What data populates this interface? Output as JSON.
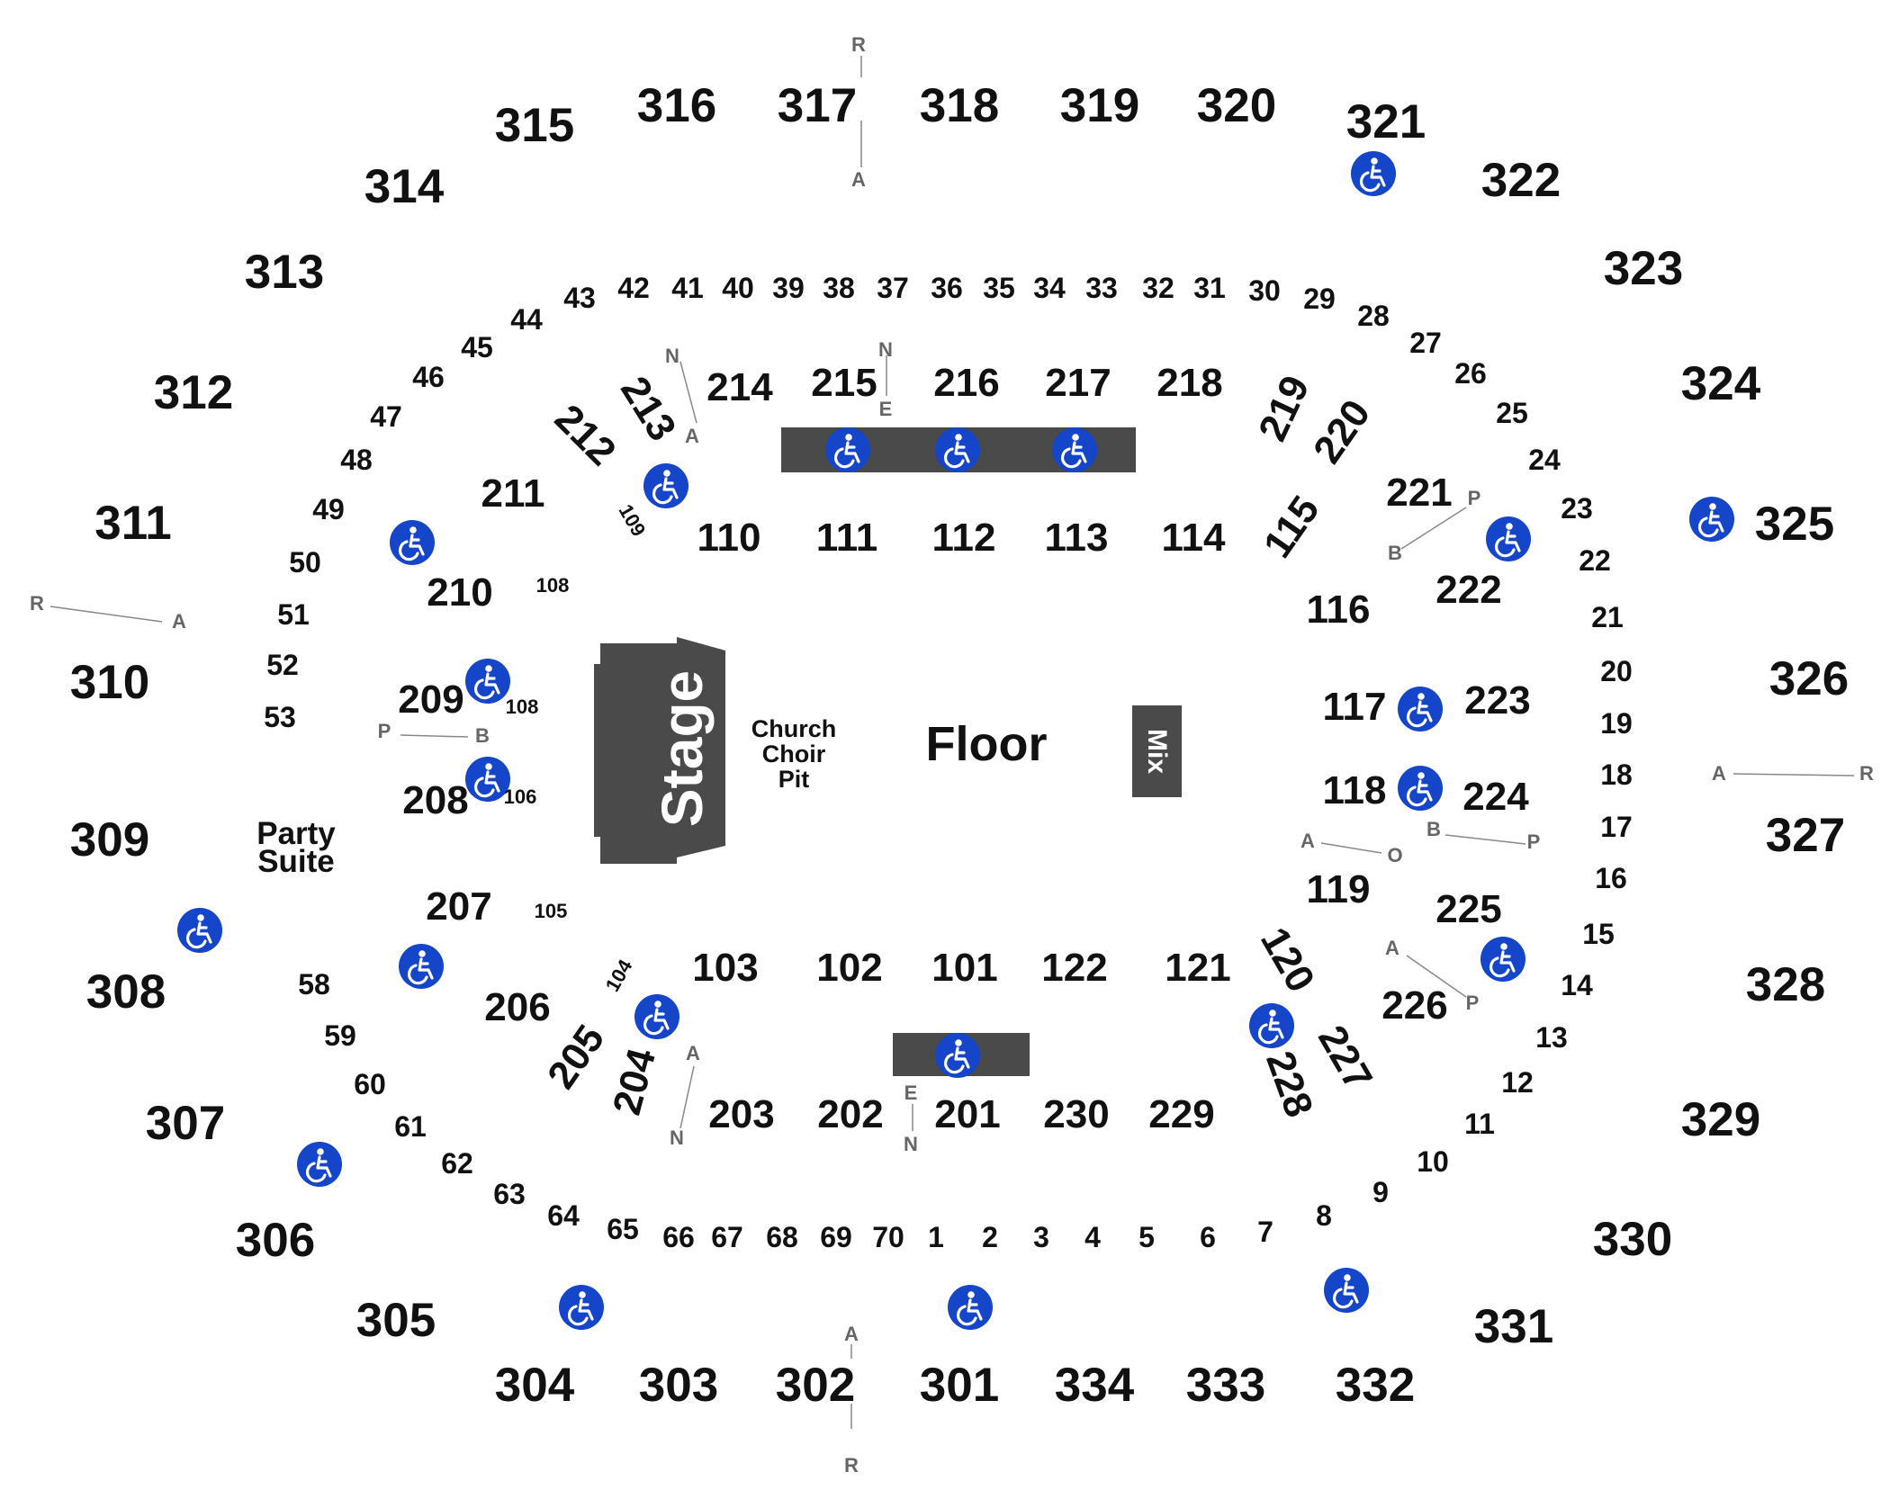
{
  "venue_map": {
    "stage_label": "Stage",
    "floor_label": "Floor",
    "mix_label": "Mix",
    "pit_label": [
      "Church",
      "Choir",
      "Pit"
    ],
    "party_suite_label": [
      "Party",
      "Suite"
    ],
    "colors": {
      "accessible": "#1545c8",
      "blocks": "#4a4a4a",
      "text": "#111111",
      "row_letters": "#666666"
    },
    "icons": [
      "wheelchair-accessible-icon"
    ],
    "sections_300": [
      "315",
      "316",
      "317",
      "318",
      "319",
      "320",
      "321",
      "322",
      "314",
      "313",
      "323",
      "312",
      "324",
      "311",
      "325",
      "310",
      "326",
      "309",
      "327",
      "308",
      "328",
      "307",
      "329",
      "306",
      "330",
      "305",
      "331",
      "304",
      "303",
      "302",
      "301",
      "334",
      "333",
      "332"
    ],
    "sections_200": [
      "214",
      "215",
      "216",
      "217",
      "218",
      "213",
      "212",
      "219",
      "220",
      "211",
      "221",
      "210",
      "222",
      "209",
      "223",
      "208",
      "224",
      "207",
      "225",
      "206",
      "226",
      "205",
      "204",
      "203",
      "202",
      "201",
      "230",
      "229",
      "120",
      "227",
      "228"
    ],
    "sections_100": [
      "110",
      "111",
      "112",
      "113",
      "114",
      "115",
      "116",
      "117",
      "118",
      "119",
      "103",
      "102",
      "101",
      "122",
      "121"
    ],
    "club_sections": [
      "42",
      "41",
      "40",
      "39",
      "38",
      "37",
      "36",
      "35",
      "34",
      "33",
      "32",
      "31",
      "43",
      "30",
      "44",
      "29",
      "45",
      "28",
      "46",
      "27",
      "47",
      "26",
      "48",
      "25",
      "24",
      "49",
      "23",
      "50",
      "22",
      "51",
      "21",
      "52",
      "20",
      "53",
      "19",
      "18",
      "17",
      "16",
      "58",
      "15",
      "59",
      "14",
      "60",
      "13",
      "61",
      "12",
      "62",
      "11",
      "63",
      "10",
      "64",
      "9",
      "65",
      "8",
      "66",
      "67",
      "68",
      "69",
      "70",
      "1",
      "2",
      "3",
      "4",
      "5",
      "6",
      "7"
    ],
    "small_sections": [
      "109",
      "108",
      "108",
      "106",
      "105",
      "104"
    ],
    "row_letters": [
      "R",
      "A",
      "N",
      "A",
      "N",
      "E",
      "R",
      "A",
      "P",
      "B",
      "A",
      "R",
      "P",
      "B",
      "A",
      "O",
      "B",
      "P",
      "A",
      "P",
      "A",
      "N",
      "E",
      "N",
      "A",
      "R"
    ]
  }
}
